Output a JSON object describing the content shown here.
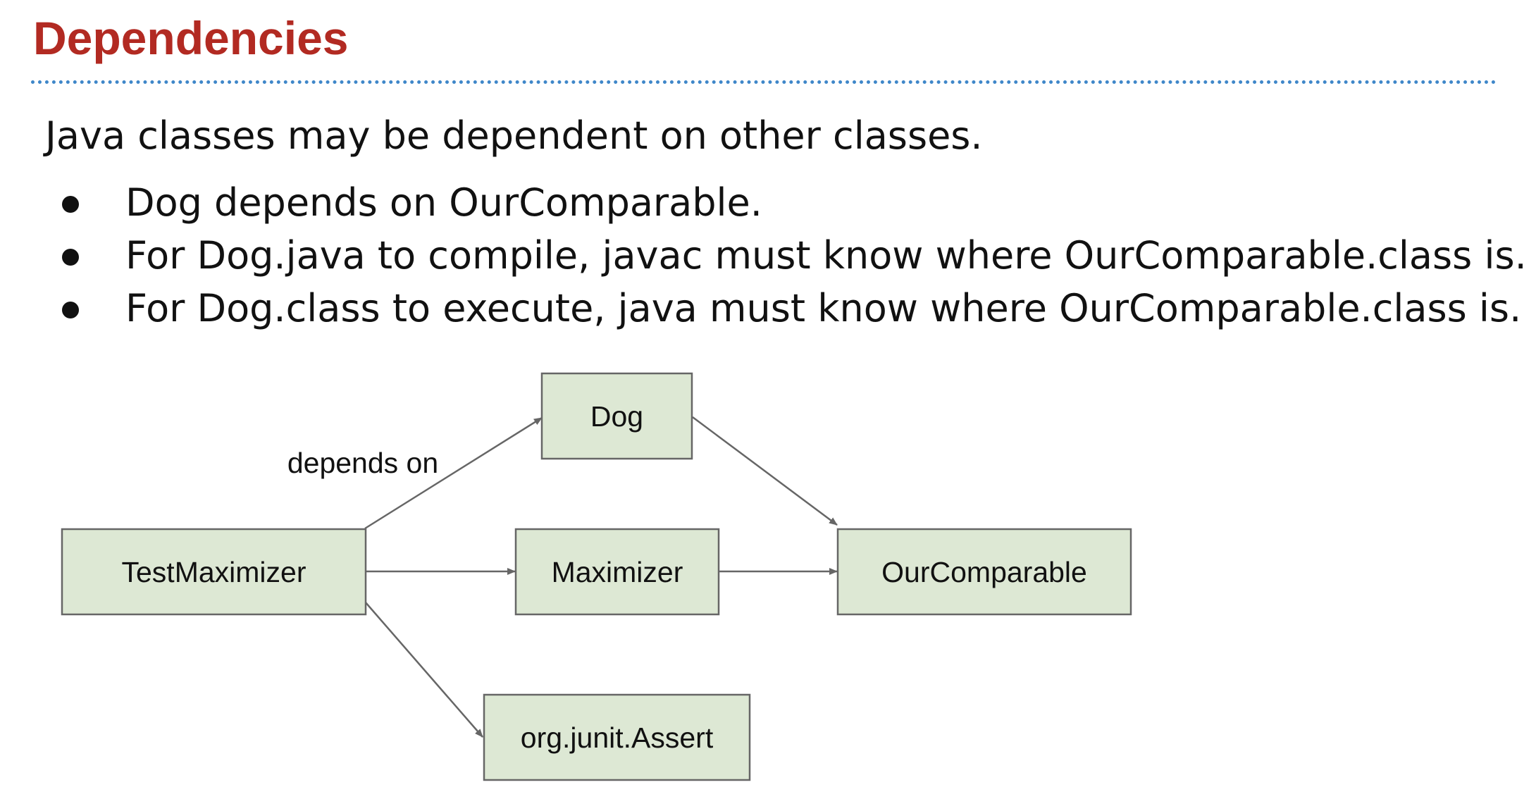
{
  "slide": {
    "title": "Dependencies",
    "intro": "Java classes may be dependent on other classes.",
    "bullets": [
      "Dog depends on OurComparable.",
      "For Dog.java to compile, javac must know where OurComparable.class is.",
      "For Dog.class to execute, java must know where OurComparable.class is."
    ]
  },
  "diagram": {
    "nodes": {
      "test_maximizer": "TestMaximizer",
      "dog": "Dog",
      "maximizer": "Maximizer",
      "our_comparable": "OurComparable",
      "junit_assert": "org.junit.Assert"
    },
    "edge_label": "depends on",
    "edges": [
      {
        "from": "TestMaximizer",
        "to": "Dog"
      },
      {
        "from": "TestMaximizer",
        "to": "Maximizer"
      },
      {
        "from": "TestMaximizer",
        "to": "org.junit.Assert"
      },
      {
        "from": "Dog",
        "to": "OurComparable"
      },
      {
        "from": "Maximizer",
        "to": "OurComparable"
      }
    ],
    "colors": {
      "node_fill": "#dde8d4",
      "node_stroke": "#666666",
      "edge": "#666666"
    }
  },
  "theme": {
    "title_color": "#b22a22",
    "divider_color": "#3f87c9"
  }
}
